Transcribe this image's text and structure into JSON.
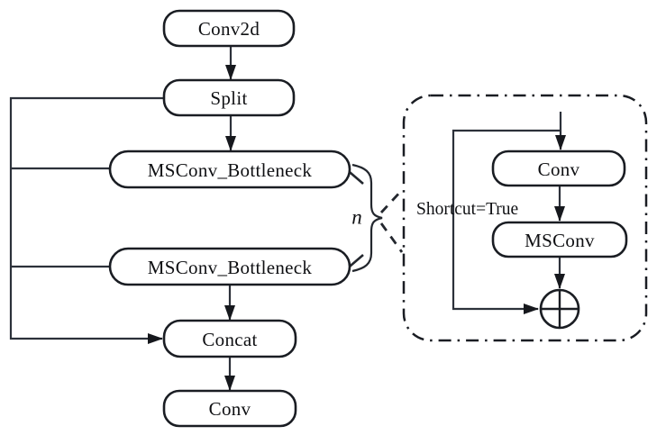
{
  "meta": {
    "type": "neural-network-architecture-diagram",
    "background_color": "#ffffff",
    "line_color": "#2c313a",
    "border_color": "#1a1d23",
    "text_color": "#0f1013"
  },
  "main_flow": {
    "conv2d_label": "Conv2d",
    "split_label": "Split",
    "bottleneck1_label": "MSConv_Bottleneck",
    "bottleneck2_label": "MSConv_Bottleneck",
    "concat_label": "Concat",
    "conv_label": "Conv",
    "repeat_label": "n"
  },
  "detail_block": {
    "shortcut_label": "Shortcut=True",
    "conv_label": "Conv",
    "msconv_label": "MSConv",
    "add_icon": "⊕"
  }
}
